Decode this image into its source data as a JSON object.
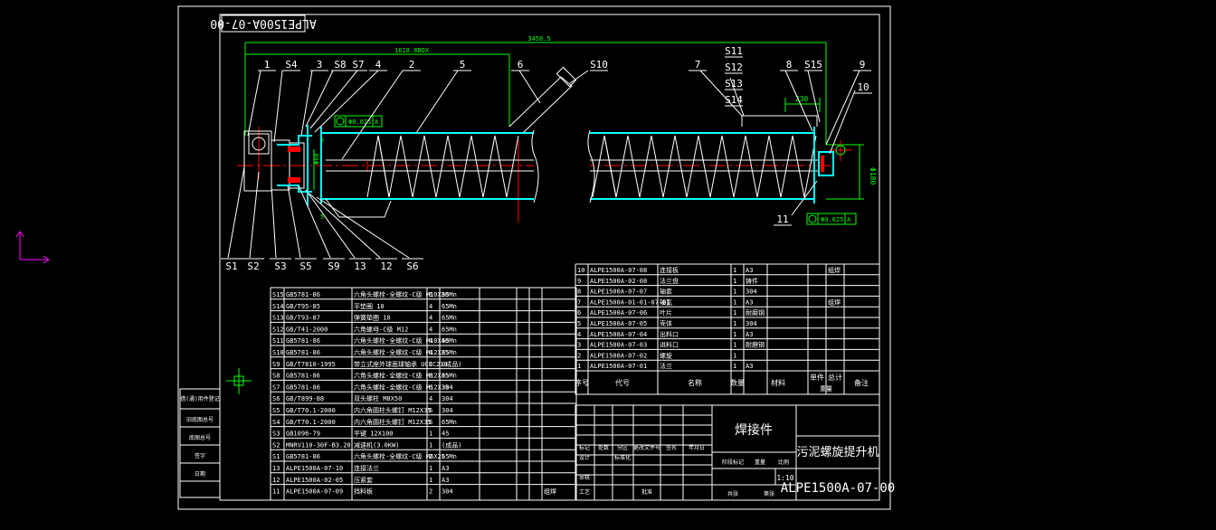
{
  "drawing": {
    "title_rev": "ALPE1500A-07-00",
    "drawing_no": "ALPE1500A-07-00",
    "part_name": "污泥螺旋提升机",
    "assembly_type": "焊接件",
    "scale": "1:10",
    "dim_total": "3458.5",
    "dim_middle": "1618.8BOX",
    "dim_230": "230",
    "dim_d60": "Φ60",
    "dim_d180": "Φ180",
    "tol_left": "Φ0.025",
    "tol_left_ref": "A",
    "tol_right": "Φ0.025",
    "tol_right_ref": "A",
    "weld_size": "5",
    "callouts_top": [
      "1",
      "S4",
      "3",
      "S8",
      "S7",
      "4",
      "2",
      "5",
      "6",
      "S10",
      "7",
      "S11",
      "S12",
      "S13",
      "S14",
      "8",
      "S15",
      "9",
      "10",
      "11"
    ],
    "callouts_bottom": [
      "S1",
      "S2",
      "S3",
      "S5",
      "S9",
      "13",
      "12",
      "S6"
    ]
  },
  "bom_right": {
    "headers": [
      "序号",
      "代号",
      "名称",
      "数量",
      "材料",
      "单件",
      "总计",
      "备注"
    ],
    "header_sub": "重量",
    "rows": [
      [
        "10",
        "ALPE1500A-07-08",
        "连接板",
        "1",
        "A3",
        "",
        "",
        "组焊"
      ],
      [
        "9",
        "ALPE1500A-02-08",
        "法兰盘",
        "1",
        "铸件",
        "",
        "",
        ""
      ],
      [
        "8",
        "ALPE1500A-07-07",
        "轴套",
        "1",
        "304",
        "",
        "",
        ""
      ],
      [
        "7",
        "ALPE1500A-01-01-07-01",
        "轴瓦",
        "1",
        "A3",
        "",
        "",
        "组焊"
      ],
      [
        "6",
        "ALPE1500A-07-06",
        "叶片",
        "1",
        "耐磨钢",
        "",
        "",
        ""
      ],
      [
        "5",
        "ALPE1500A-07-05",
        "壳体",
        "1",
        "304",
        "",
        "",
        ""
      ],
      [
        "4",
        "ALPE1500A-07-04",
        "出料口",
        "1",
        "A3",
        "",
        "",
        ""
      ],
      [
        "3",
        "ALPE1500A-07-03",
        "进料口",
        "1",
        "耐磨钢",
        "",
        "",
        ""
      ],
      [
        "2",
        "ALPE1500A-07-02",
        "螺旋",
        "1",
        "",
        "",
        "",
        ""
      ],
      [
        "1",
        "ALPE1500A-07-01",
        "法兰",
        "1",
        "A3",
        "",
        "",
        ""
      ]
    ]
  },
  "bom_left": {
    "rows": [
      [
        "S15",
        "GB5781-86",
        "六角头螺栓-全螺纹-C级 M10X30",
        "6",
        "65Mn"
      ],
      [
        "S14",
        "GB/T95-85",
        "平垫圈 10",
        "4",
        "65Mn"
      ],
      [
        "S13",
        "GB/T93-87",
        "弹簧垫圈 10",
        "4",
        "65Mn"
      ],
      [
        "S12",
        "GB/T41-2000",
        "六角螺母-C级 M12",
        "4",
        "65Mn"
      ],
      [
        "S11",
        "GB5781-86",
        "六角头螺栓-全螺纹-C级 M10X40",
        "4",
        "65Mn"
      ],
      [
        "S10",
        "GB5781-86",
        "六角头螺栓-全螺纹-C级 M12X35",
        "4",
        "65Mn"
      ],
      [
        "S9",
        "GB/T7810-1995",
        "带立式座外球面球轴承 UCFC210",
        "1",
        "(成品)"
      ],
      [
        "S8",
        "GB5781-86",
        "六角头螺栓-全螺纹-C级 M12X35",
        "8",
        "65Mn"
      ],
      [
        "S7",
        "GB5781-86",
        "六角头螺栓-全螺纹-C级 M12X35",
        "6",
        "304"
      ],
      [
        "S6",
        "GB/T899-88",
        "双头螺柱 M8X50",
        "4",
        "304"
      ],
      [
        "S5",
        "GB/T70.1-2000",
        "内六角圆柱头螺钉 M12X35",
        "6",
        "304"
      ],
      [
        "S4",
        "GB/T70.1-2000",
        "内六角圆柱头螺钉 M12X35",
        "6",
        "65Mn"
      ],
      [
        "S3",
        "GB1096-79",
        "平键 12X100",
        "1",
        "45"
      ],
      [
        "S2",
        "MNRV110-30F-B3.20",
        "减速机(3.0KW)",
        "1",
        "(成品)"
      ],
      [
        "S1",
        "GB5781-86",
        "六角头螺栓-全螺纹-C级 M6X25",
        "2",
        "65Mn"
      ],
      [
        "13",
        "ALPE1500A-07-10",
        "连接法兰",
        "1",
        "A3"
      ],
      [
        "12",
        "ALPE1500A-02-05",
        "压紧套",
        "1",
        "A3"
      ],
      [
        "11",
        "ALPE1500A-07-09",
        "挡料板",
        "2",
        "304"
      ]
    ],
    "row_note": "组焊"
  },
  "title_block": {
    "cells": [
      "标记",
      "处数",
      "分区",
      "更改文件号",
      "签名",
      "年月日",
      "设计",
      "标准化",
      "阶段标记",
      "重量",
      "比例",
      "审核",
      "工艺",
      "批准",
      "共张",
      "第张"
    ]
  },
  "side_table": {
    "rows": [
      "借(通)用件登记",
      "旧底图总号",
      "底图总号",
      "签字",
      "日期"
    ]
  },
  "colors": {
    "line": "#ffffff",
    "cyan": "#00ffff",
    "green": "#00ff00",
    "red": "#ff0000",
    "magenta": "#ff00ff",
    "background": "#000000"
  }
}
